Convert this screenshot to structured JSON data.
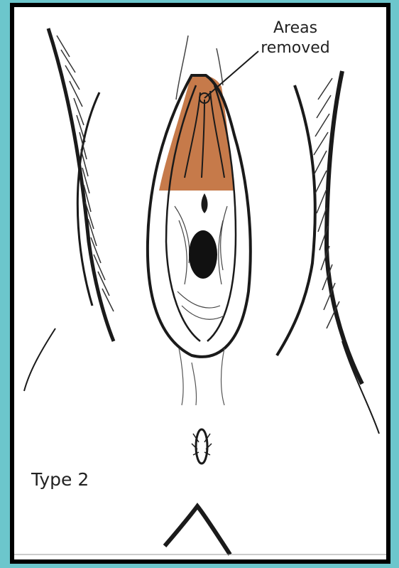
{
  "annotation": {
    "line1": "Areas",
    "line2": "removed"
  },
  "type_label": "Type 2",
  "colors": {
    "background": "#6cc6cc",
    "frame": "#000000",
    "paper": "#ffffff",
    "removed_area": "#c67a4a",
    "ink": "#1a1a1a"
  }
}
